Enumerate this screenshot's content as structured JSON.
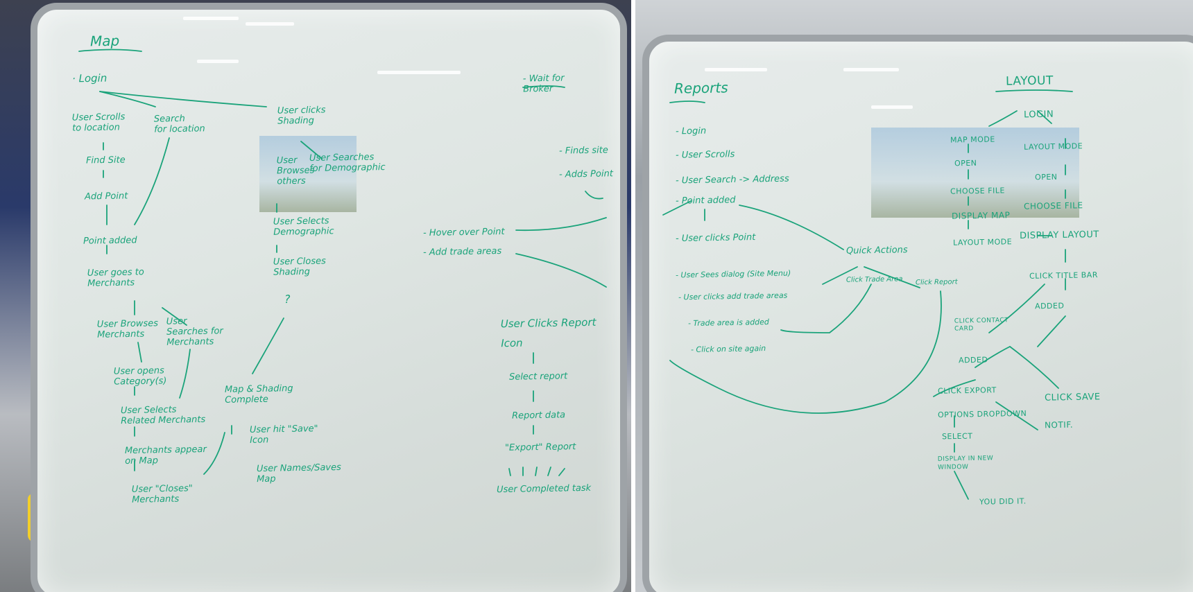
{
  "left_board": {
    "title": "Map",
    "col_a": {
      "login": "· Login",
      "user_scrolls": "User Scrolls\nto location",
      "search_for_location": "Search\nfor location",
      "find_site": "Find Site",
      "add_point": "Add Point",
      "point_added": "Point added",
      "user_goes_to": "User goes to\nMerchants",
      "user_browses": "User Browses\nMerchants",
      "user_searches_for": "User\nSearches for\nMerchants",
      "user_opens": "User opens\nCategory(s)",
      "user_selects_related": "User Selects\nRelated Merchants",
      "merchants_appear": "Merchants appear\non Map",
      "user_closes": "User \"Closes\"\nMerchants"
    },
    "col_b": {
      "user_clicks_shading": "User clicks\nShading",
      "user_browses_others": "User\nBrowses\nothers",
      "user_searches_demographic": "User Searches\nfor Demographic",
      "user_selects_demographic": "User Selects\nDemographic",
      "user_closes_shading": "User Closes\nShading",
      "question": "?",
      "map_shading_complete": "Map & Shading\nComplete",
      "user_hit_save": "User hit \"Save\"\nIcon",
      "user_names_saves": "User Names/Saves\nMap"
    },
    "col_c": {
      "wait_for_broker": "- Wait for\nBroker",
      "finds_site": "- Finds site",
      "adds_point": "- Adds Point",
      "hover_over_point": "- Hover over Point",
      "add_trade_areas": "- Add trade areas",
      "user_clicks_report": "User Clicks Report\nIcon",
      "select_report": "Select report",
      "report_data": "Report data",
      "export_report": "\"Export\" Report",
      "user_completed_task": "User Completed task"
    }
  },
  "right_board": {
    "title": "Reports",
    "reports": {
      "login": "- Login",
      "user_scrolls": "- User Scrolls",
      "user_search_address": "- User Search -> Address",
      "point_added": "- Point added",
      "user_clicks_point": "- User clicks Point",
      "quick_actions": "Quick Actions",
      "click_trade_area": "Click Trade Area",
      "click_report": "Click Report",
      "user_sees_dialog": "- User Sees dialog (Site Menu)",
      "user_clicks_add_trade": "- User clicks add trade areas",
      "trade_area_added": "- Trade area is added",
      "click_on_site_again": "- Click on site again"
    },
    "layout": {
      "title": "LAYOUT",
      "login": "LOGIN",
      "map_mode": "MAP MODE",
      "layout_mode": "LAYOUT MODE",
      "open_a": "OPEN",
      "open_b": "OPEN",
      "choose_file_a": "CHOOSE FILE",
      "choose_file_b": "CHOOSE FILE",
      "display_map": "DISPLAY MAP",
      "display_layout": "DISPLAY LAYOUT",
      "layout_mode_b": "LAYOUT MODE",
      "click_title": "CLICK TITLE BAR",
      "added_a": "ADDED",
      "click_contact_card": "CLICK CONTACT\nCARD",
      "added_b": "ADDED",
      "click_export": "CLICK EXPORT",
      "click_save": "CLICK SAVE",
      "options_dropdown": "OPTIONS DROPDOWN",
      "notif": "NOTIF.",
      "select": "SELECT",
      "display_new_window": "DISPLAY IN NEW\nWINDOW",
      "you_did_it": "YOU DID IT."
    }
  },
  "colors": {
    "ink": "#1aa37a",
    "board": "#e3e8e6",
    "frame": "#9ea3a7"
  }
}
